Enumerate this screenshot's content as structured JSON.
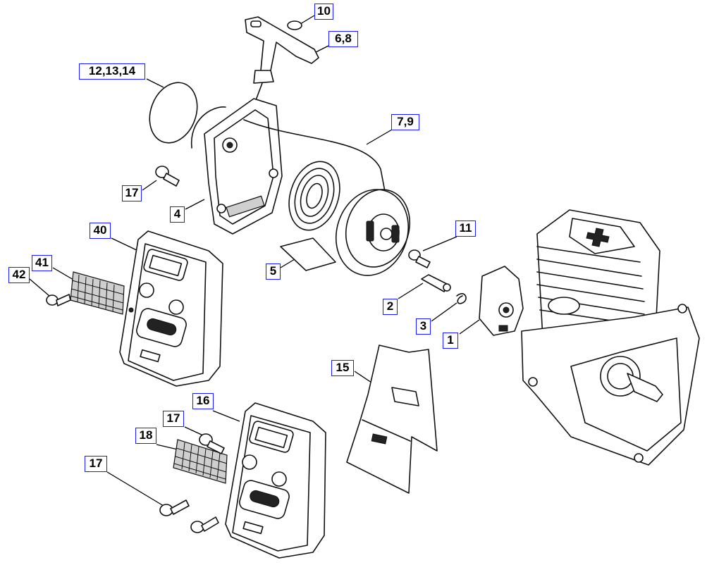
{
  "callouts": {
    "c10": "10",
    "c6_8": "6,8",
    "c12_14": "12,13,14",
    "c7_9": "7,9",
    "c17_upper": "17",
    "c4": "4",
    "c40": "40",
    "c41": "41",
    "c42": "42",
    "c11": "11",
    "c5": "5",
    "c2": "2",
    "c3": "3",
    "c1": "1",
    "c15": "15",
    "c16": "16",
    "c17_mid": "17",
    "c18": "18",
    "c17_lower": "17"
  },
  "colors": {
    "callout_border": "#1a1aff",
    "line": "#111111",
    "background": "#ffffff"
  }
}
